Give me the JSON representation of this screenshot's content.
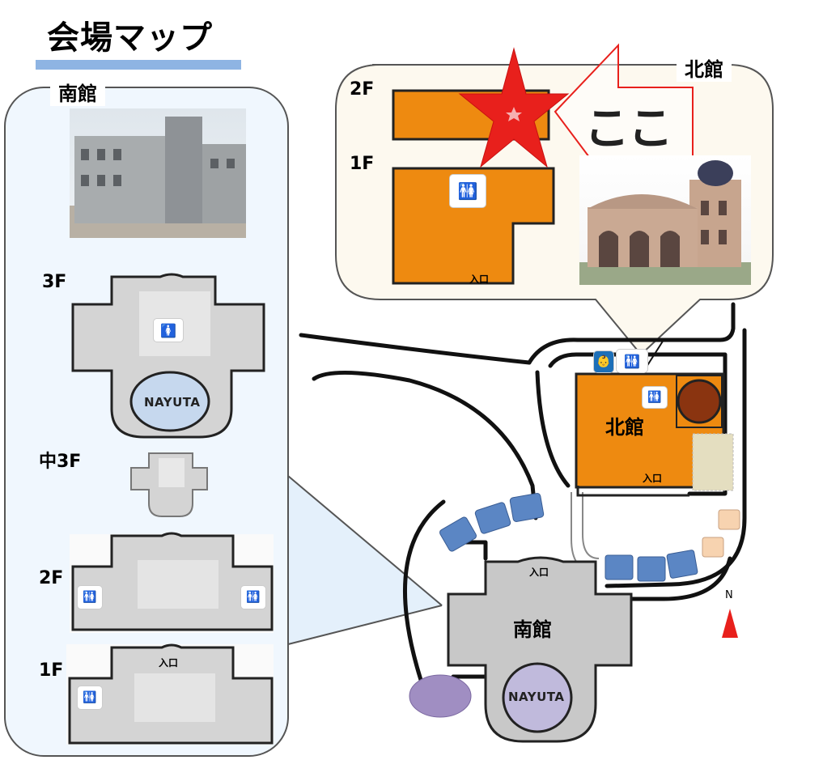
{
  "title": "会場マップ",
  "south_panel": {
    "title": "南館",
    "floors": {
      "f3": "3F",
      "f_mid3": "中3F",
      "f2": "2F",
      "f1": "1F"
    },
    "nayuta_label": "NAYUTA",
    "entrance_label": "入口"
  },
  "north_panel": {
    "title": "北館",
    "floors": {
      "f2": "2F",
      "f1": "1F"
    },
    "entrance_label": "入口",
    "here_label": "ここ"
  },
  "map": {
    "north_building_label": "北館",
    "north_entrance_label": "入口",
    "south_building_label": "南館",
    "south_entrance_label": "入口",
    "nayuta_label": "NAYUTA",
    "compass_letter": "N"
  },
  "colors": {
    "orange": "#ee8a10",
    "gray": "#d4d4d4",
    "panel_bg": "#f0f7fe",
    "parking": "#5b86c4",
    "red": "#e8201c",
    "blue": "#1c6fb8"
  }
}
